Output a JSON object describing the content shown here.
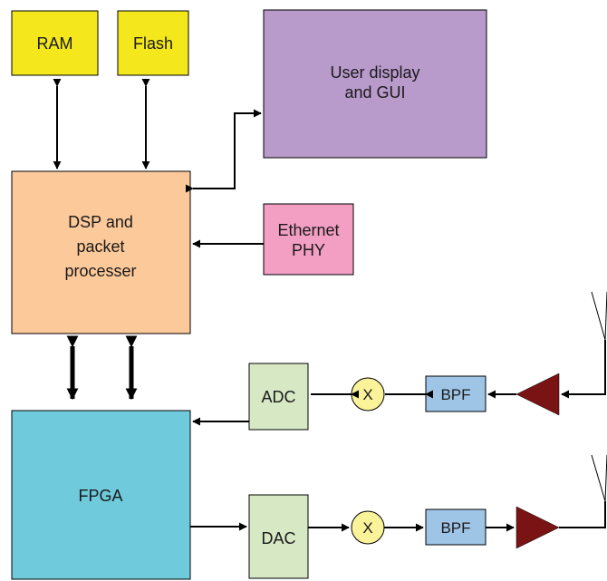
{
  "blocks": {
    "ram": "RAM",
    "flash": "Flash",
    "display": [
      "User display",
      "and GUI"
    ],
    "dsp": [
      "DSP and",
      "packet",
      "processer"
    ],
    "ethernet": [
      "Ethernet",
      "PHY"
    ],
    "fpga": "FPGA",
    "adc": "ADC",
    "dac": "DAC",
    "mixer_rx": "X",
    "mixer_tx": "X",
    "bpf_rx": "BPF",
    "bpf_tx": "BPF"
  },
  "colors": {
    "memory": "#f4e81c",
    "display": "#b89acb",
    "dsp": "#fcc99a",
    "ethernet": "#f39fc4",
    "fpga": "#6fcbdc",
    "converter": "#d6e8c4",
    "mixer": "#fbf39a",
    "filter": "#9fc5e6",
    "amplifier": "#7a1414",
    "line": "#000000"
  }
}
